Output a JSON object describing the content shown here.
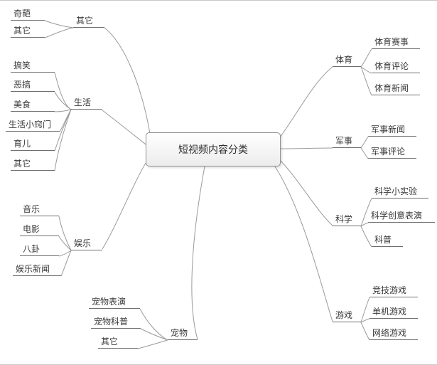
{
  "root": {
    "label": "短视频内容分类"
  },
  "branches": [
    {
      "label": "其它",
      "children": [
        "奇葩",
        "其它"
      ]
    },
    {
      "label": "生活",
      "children": [
        "搞笑",
        "恶搞",
        "美食",
        "生活小窍门",
        "育儿",
        "其它"
      ]
    },
    {
      "label": "娱乐",
      "children": [
        "音乐",
        "电影",
        "八卦",
        "娱乐新闻"
      ]
    },
    {
      "label": "宠物",
      "children": [
        "宠物表演",
        "宠物科普",
        "其它"
      ]
    },
    {
      "label": "体育",
      "children": [
        "体育赛事",
        "体育评论",
        "体育新闻"
      ]
    },
    {
      "label": "军事",
      "children": [
        "军事新闻",
        "军事评论"
      ]
    },
    {
      "label": "科学",
      "children": [
        "科学小实验",
        "科学创意表演",
        "科普"
      ]
    },
    {
      "label": "游戏",
      "children": [
        "竞技游戏",
        "单机游戏",
        "网络游戏"
      ]
    }
  ],
  "colors": {
    "edge": "#9a9a9a",
    "underline": "#6f6f6f",
    "text": "#3a3a3a",
    "root_border": "#8f8f8f"
  }
}
